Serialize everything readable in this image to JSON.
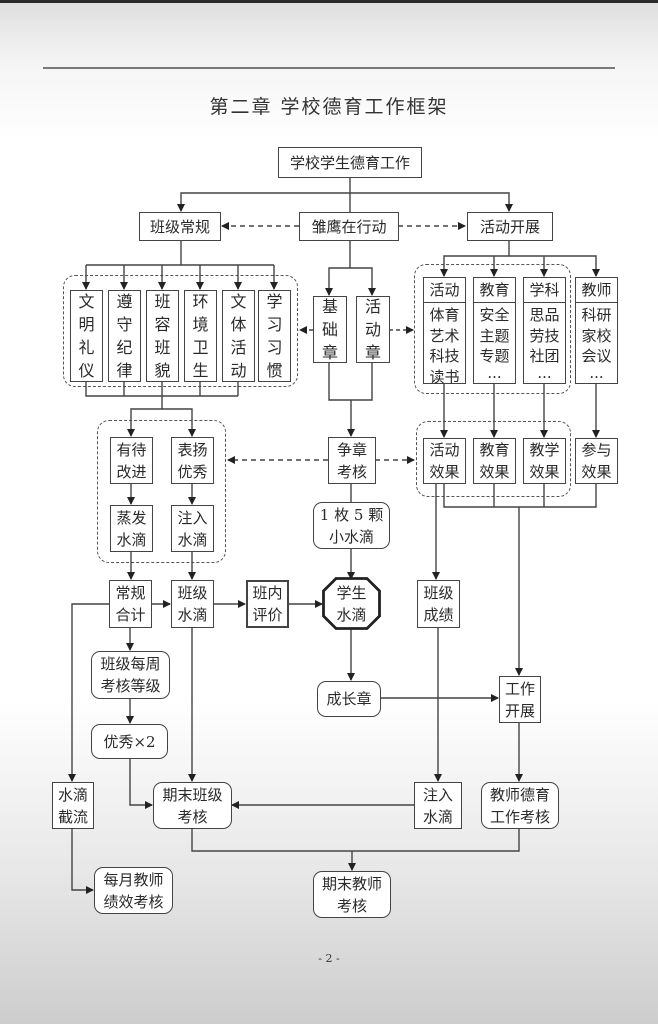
{
  "page": {
    "title": "第二章  学校德育工作框架",
    "page_number": "- 2 -"
  },
  "nodes": {
    "root": "学校学生德育工作",
    "class_routine": "班级常规",
    "eagle_action": "雏鹰在行动",
    "activity_dev": "活动开展",
    "routine_items": [
      {
        "label": "文明礼仪",
        "chars": [
          "文",
          "明",
          "礼",
          "仪"
        ]
      },
      {
        "label": "遵守纪律",
        "chars": [
          "遵",
          "守",
          "纪",
          "律"
        ]
      },
      {
        "label": "班容班貌",
        "chars": [
          "班",
          "容",
          "班",
          "貌"
        ]
      },
      {
        "label": "环境卫生",
        "chars": [
          "环",
          "境",
          "卫",
          "生"
        ]
      },
      {
        "label": "文体活动",
        "chars": [
          "文",
          "体",
          "活",
          "动"
        ]
      },
      {
        "label": "学习习惯",
        "chars": [
          "学",
          "习",
          "习",
          "惯"
        ]
      }
    ],
    "basic_badge": {
      "label": "基础章",
      "chars": [
        "基",
        "础",
        "章"
      ]
    },
    "activity_badge": {
      "label": "活动章",
      "chars": [
        "活",
        "动",
        "章"
      ]
    },
    "activity_groups": [
      {
        "header": "活动",
        "lines": [
          "体育",
          "艺术",
          "科技",
          "读书"
        ]
      },
      {
        "header": "教育",
        "lines": [
          "安全",
          "主题",
          "专题",
          "···"
        ]
      },
      {
        "header": "学科",
        "lines": [
          "思品",
          "劳技",
          "社团",
          "···"
        ]
      },
      {
        "header": "教师",
        "lines": [
          "科研",
          "家校",
          "会议",
          "···"
        ]
      }
    ],
    "needs_improve": [
      "有待",
      "改进"
    ],
    "praise_excellent": [
      "表扬",
      "优秀"
    ],
    "evaporate_drops": [
      "蒸发",
      "水滴"
    ],
    "inject_drops": [
      "注入",
      "水滴"
    ],
    "badge_assess": [
      "争章",
      "考核"
    ],
    "badge_drops": [
      "1 枚 5 颗",
      "小水滴"
    ],
    "effects": [
      [
        "活动",
        "效果"
      ],
      [
        "教育",
        "效果"
      ],
      [
        "教学",
        "效果"
      ],
      [
        "参与",
        "效果"
      ]
    ],
    "routine_total": [
      "常规",
      "合计"
    ],
    "class_drops": [
      "班级",
      "水滴"
    ],
    "in_class_eval": [
      "班内",
      "评价"
    ],
    "student_drops": [
      "学生",
      "水滴"
    ],
    "class_score": [
      "班级",
      "成绩"
    ],
    "weekly_grade": [
      "班级每周",
      "考核等级"
    ],
    "excellent_x2": "优秀×2",
    "growth_badge": "成长章",
    "work_progress": [
      "工作",
      "开展"
    ],
    "drop_cutoff": [
      "水滴",
      "截流"
    ],
    "final_class_assess": [
      "期末班级",
      "考核"
    ],
    "inject_drops_2": [
      "注入",
      "水滴"
    ],
    "teacher_moral_assess": [
      "教师德育",
      "工作考核"
    ],
    "monthly_teacher_perf": [
      "每月教师",
      "绩效考核"
    ],
    "final_teacher_assess": [
      "期末教师",
      "考核"
    ]
  }
}
